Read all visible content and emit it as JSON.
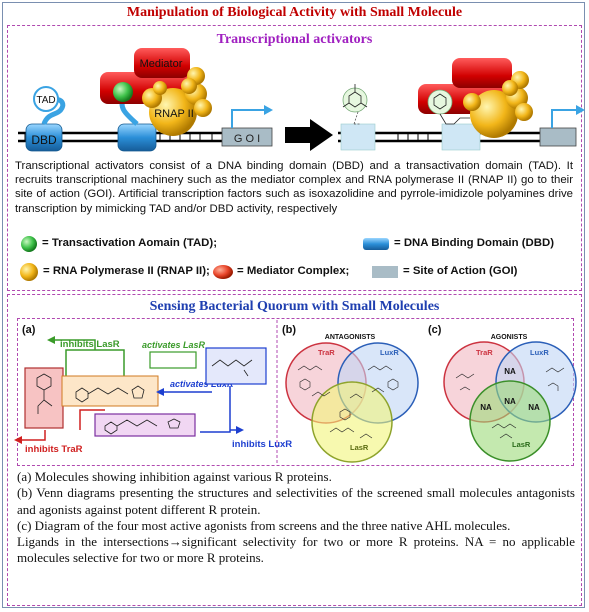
{
  "title": "Manipulation of Biological Activity with Small Molecule",
  "sections": {
    "transcription": {
      "heading": "Transcriptional activators",
      "labels": {
        "mediator": "Mediator",
        "tad": "TAD",
        "dbd": "DBD",
        "rnap": "RNAP II",
        "goi": "G O I"
      },
      "description": "Transcriptional activators consist of a DNA binding domain (DBD) and a transactivation domain (TAD). It recruits transcriptional machinery such as the mediator complex and RNA polymerase II (RNAP II) go to their site of action (GOI). Artificial transcription factors such as isoxazolidine and pyrrole-imidizole polyamines drive transcription by mimicking TAD and/or DBD activity, respectively",
      "legend": [
        {
          "label": "= Transactivation Aomain (TAD);",
          "color": "#3fc24a"
        },
        {
          "label": "= DNA Binding Domain (DBD)",
          "color": "#3aa3e3"
        },
        {
          "label": "= RNA Polymerase II (RNAP II);",
          "color": "#f2b619"
        },
        {
          "label": "= Mediator Complex;",
          "color": "#e8452a"
        },
        {
          "label": "= Site of Action (GOI)",
          "color": "#a9bcc6"
        }
      ]
    },
    "quorum": {
      "heading": "Sensing Bacterial Quorum with Small Molecules",
      "panel_a": {
        "tag": "(a)",
        "labels": [
          "inhibits LasR",
          "activates LasR",
          "activates LuxR",
          "inhibits TraR",
          "inhibits LuxR"
        ]
      },
      "panel_b": {
        "tag": "(b)",
        "title": "ANTAGONISTS",
        "sets": [
          "TraR",
          "LuxR",
          "LasR"
        ]
      },
      "panel_c": {
        "tag": "(c)",
        "title": "AGONISTS",
        "sets": [
          "TraR",
          "LuxR",
          "LasR"
        ],
        "na": "NA"
      },
      "notes": [
        "(a) Molecules showing inhibition against various R proteins.",
        "(b) Venn diagrams presenting the structures and selectivities of the screened small molecules antagonists and agonists against potent different R protein.",
        "(c) Diagram of the four most active agonists from screens and the three native AHL molecules.",
        "Ligands in the intersections→significant selectivity for two or more R proteins. NA = no applicable molecules selective for two or more R proteins."
      ]
    }
  },
  "colors": {
    "title": "#c00000",
    "heading_top": "#a020c0",
    "heading_bottom": "#1f3fb0",
    "panel_border": "#b049b0"
  }
}
